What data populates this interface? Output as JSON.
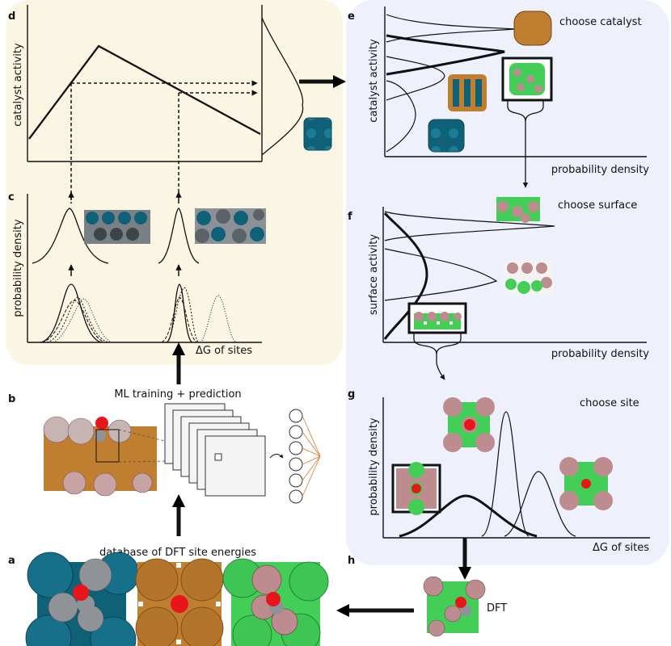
{
  "panels": {
    "a": {
      "letter": "a",
      "caption": "database of DFT site energies"
    },
    "b": {
      "letter": "b",
      "caption": "ML training + prediction"
    },
    "c": {
      "letter": "c",
      "ylabel": "probability density",
      "xlabel": "ΔG of sites"
    },
    "d": {
      "letter": "d",
      "ylabel": "catalyst activity"
    },
    "e": {
      "letter": "e",
      "ylabel": "catalyst activity",
      "xlabel": "probability density",
      "caption": "choose catalyst"
    },
    "f": {
      "letter": "f",
      "ylabel": "surface activity",
      "xlabel": "probability density",
      "caption": "choose surface"
    },
    "g": {
      "letter": "g",
      "ylabel": "probability density",
      "xlabel": "ΔG of sites",
      "caption": "choose site"
    },
    "h": {
      "letter": "h",
      "caption": "DFT"
    }
  },
  "colors": {
    "left_panel_bg": "#fbf6e4",
    "right_panel_bg": "#eef1fb",
    "teal_atom": "#0f6177",
    "grey_atom": "#8f9397",
    "copper_atom": "#c07f30",
    "green_atom": "#43cf57",
    "mauve_atom": "#bd8c8e",
    "adsorbate_red": "#e8161b"
  }
}
